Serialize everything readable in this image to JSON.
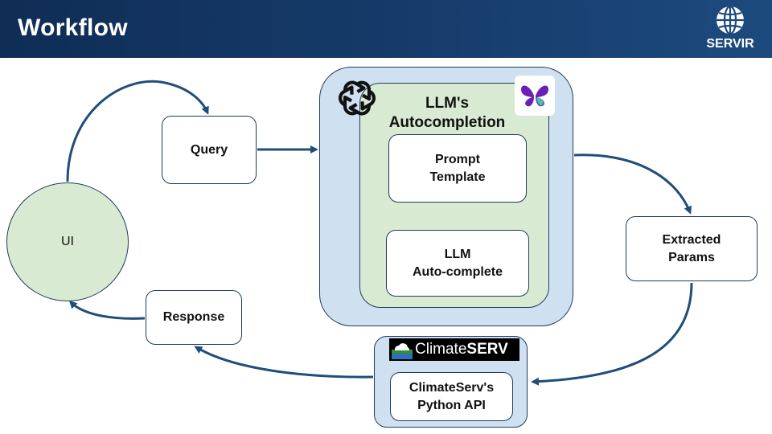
{
  "header": {
    "title": "Workflow",
    "logo_text": "SERVIR"
  },
  "nodes": {
    "ui": "UI",
    "query": "Query",
    "llm_title": "LLM's\nAutocompletion",
    "prompt_template": "Prompt\nTemplate",
    "llm_autocomplete": "LLM\nAuto-complete",
    "extracted_params": "Extracted\nParams",
    "climateserv_logo_light": "Climate",
    "climateserv_logo_bold": "SERV",
    "climateserv_api": "ClimateServ's\nPython API",
    "response": "Response"
  },
  "colors": {
    "header_bg": "#163c6b",
    "arrow": "#1f4e79",
    "ui_fill": "#d9ead3",
    "llm_outer_fill": "#cfe0f1",
    "llm_inner_fill": "#d9ead3",
    "butterfly": "#6b1fb8"
  },
  "icons": [
    "openai-icon",
    "butterfly-icon",
    "globe-icon",
    "climateserv-cloud-icon"
  ]
}
